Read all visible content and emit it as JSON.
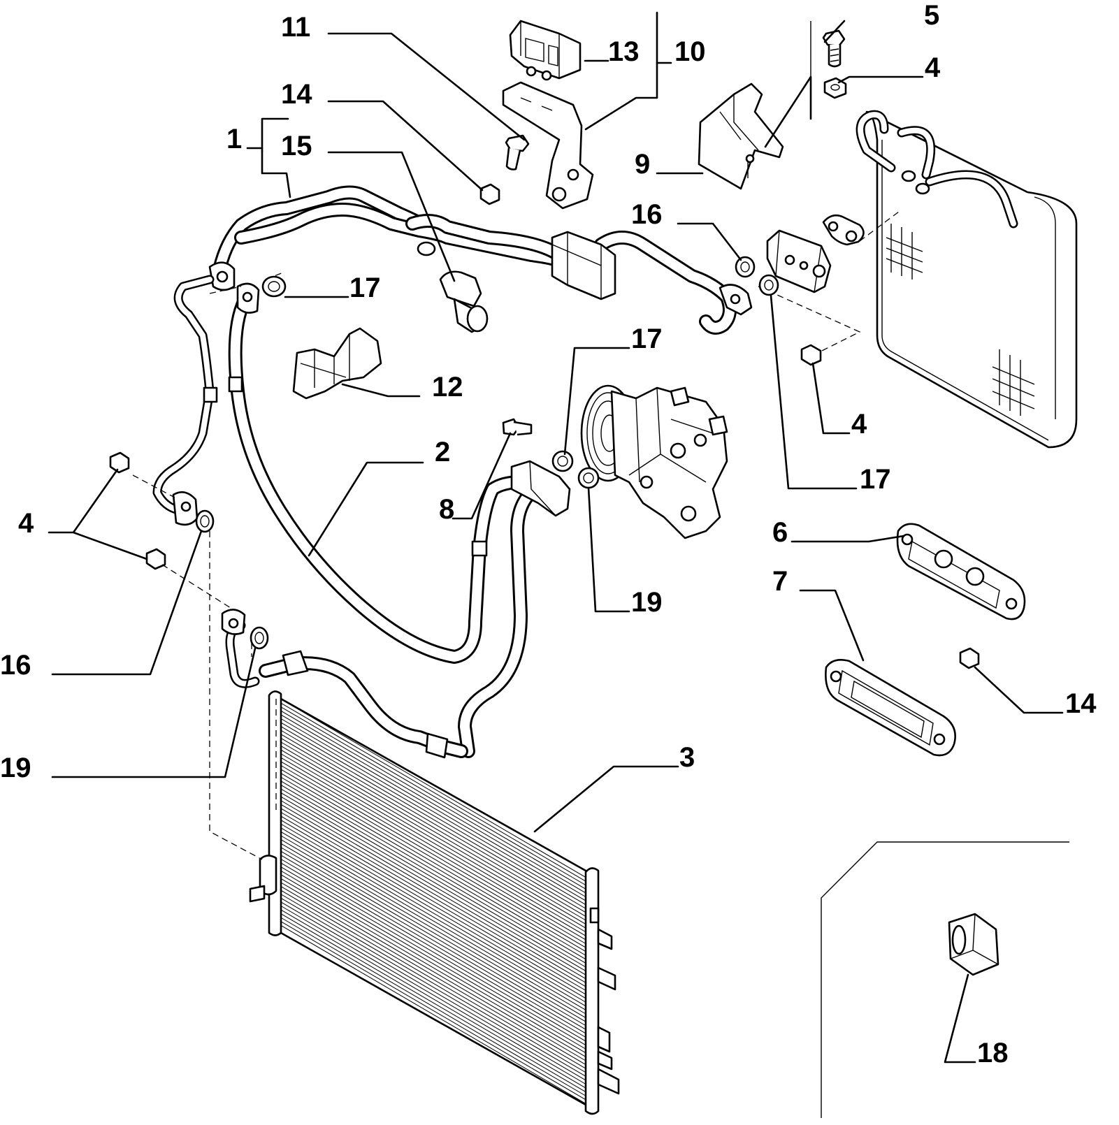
{
  "callouts": [
    {
      "id": "c1",
      "text": "1"
    },
    {
      "id": "c2",
      "text": "2"
    },
    {
      "id": "c3",
      "text": "3"
    },
    {
      "id": "c4a",
      "text": "4"
    },
    {
      "id": "c4b",
      "text": "4"
    },
    {
      "id": "c4c",
      "text": "4"
    },
    {
      "id": "c5",
      "text": "5"
    },
    {
      "id": "c6",
      "text": "6"
    },
    {
      "id": "c7",
      "text": "7"
    },
    {
      "id": "c8",
      "text": "8"
    },
    {
      "id": "c9",
      "text": "9"
    },
    {
      "id": "c10",
      "text": "10"
    },
    {
      "id": "c11",
      "text": "11"
    },
    {
      "id": "c12",
      "text": "12"
    },
    {
      "id": "c13",
      "text": "13"
    },
    {
      "id": "c14a",
      "text": "14"
    },
    {
      "id": "c14b",
      "text": "14"
    },
    {
      "id": "c15",
      "text": "15"
    },
    {
      "id": "c16a",
      "text": "16"
    },
    {
      "id": "c16b",
      "text": "16"
    },
    {
      "id": "c17a",
      "text": "17"
    },
    {
      "id": "c17b",
      "text": "17"
    },
    {
      "id": "c17c",
      "text": "17"
    },
    {
      "id": "c18",
      "text": "18"
    },
    {
      "id": "c19a",
      "text": "19"
    },
    {
      "id": "c19b",
      "text": "19"
    }
  ]
}
